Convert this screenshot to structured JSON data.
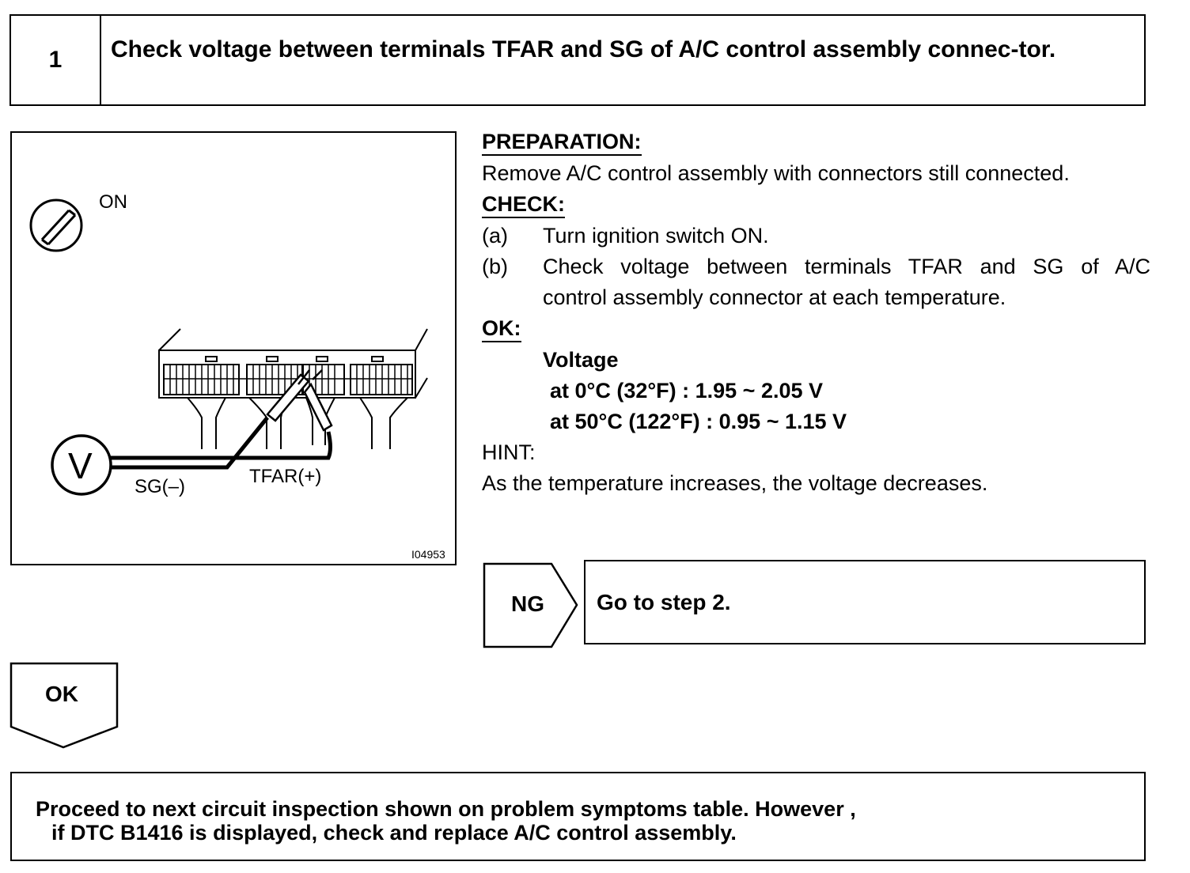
{
  "step": {
    "number": "1",
    "title": "Check voltage between terminals TFAR and SG of A/C control assembly connec-tor."
  },
  "figure": {
    "ignition_label": "ON",
    "meter_symbol": "V",
    "sg_label": "SG(–)",
    "tfar_label": "TFAR(+)",
    "figure_id": "I04953",
    "ignition_icon": "ignition-switch-icon",
    "meter_icon": "voltmeter-icon"
  },
  "instructions": {
    "preparation_heading": "PREPARATION:",
    "preparation_text": "Remove A/C control assembly with connectors still connected.",
    "check_heading": "CHECK:",
    "check_items": [
      {
        "label": "(a)",
        "text": "Turn ignition switch ON."
      },
      {
        "label": "(b)",
        "text_line1": "Check voltage between terminals TFAR and SG of A/C",
        "text_line2": "control assembly connector at each temperature."
      }
    ],
    "ok_heading": "OK:",
    "spec_title": "Voltage",
    "spec_lines": [
      "at 0°C (32°F) : 1.95 ~ 2.05 V",
      "at 50°C (122°F) : 0.95 ~ 1.15 V"
    ],
    "hint_heading": "HINT:",
    "hint_text": "As the temperature increases, the voltage decreases."
  },
  "ng": {
    "label": "NG",
    "action": "Go to step 2."
  },
  "ok": {
    "label": "OK"
  },
  "result": {
    "line1": "Proceed to next circuit inspection shown on problem symptoms table. However ,",
    "line2": "if DTC B1416 is displayed, check and replace A/C  control assembly."
  }
}
